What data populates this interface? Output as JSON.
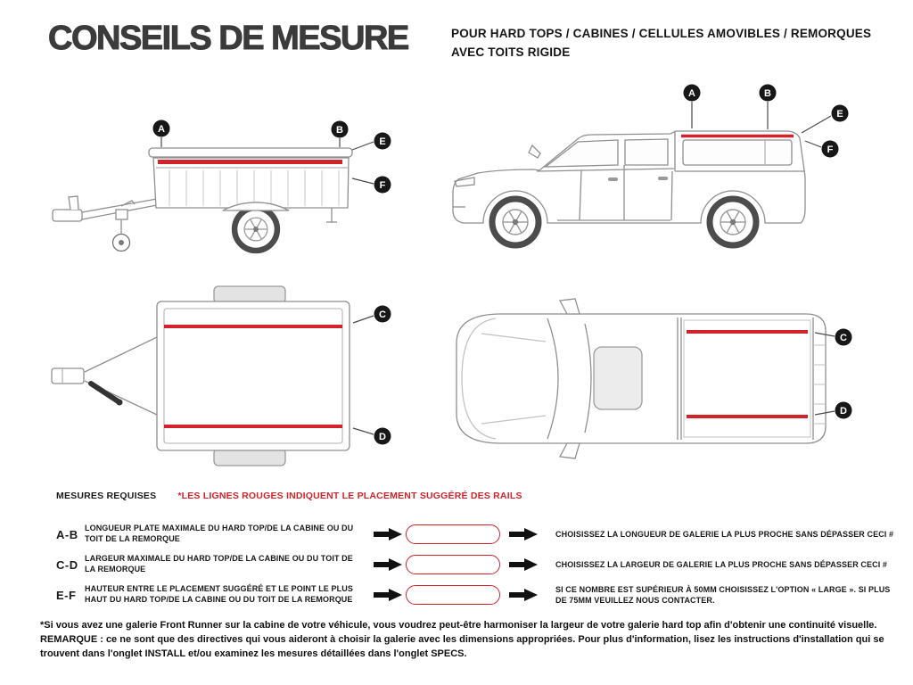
{
  "header": {
    "title": "CONSEILS DE MESURE",
    "subtitle_line1": "POUR HARD TOPS / CABINES / CELLULES AMOVIBLES / REMORQUES",
    "subtitle_line2": "AVEC TOITS RIGIDE"
  },
  "colors": {
    "accent_red": "#d2232a",
    "title_gray": "#3b3b3b",
    "drawing_gray": "#8f8f8f",
    "callout_black": "#171717"
  },
  "callouts": {
    "trailer_side": [
      "A",
      "B",
      "E",
      "F"
    ],
    "truck_side": [
      "A",
      "B",
      "E",
      "F"
    ],
    "trailer_top": [
      "C",
      "D"
    ],
    "truck_top": [
      "C",
      "D"
    ]
  },
  "measurements": {
    "section_title": "MESURES REQUISES",
    "red_note": "*LES LIGNES ROUGES INDIQUENT LE PLACEMENT SUGGÉRÉ DES RAILS",
    "rows": [
      {
        "code": "A-B",
        "description": "LONGUEUR PLATE MAXIMALE DU HARD TOP/DE LA CABINE OU DU TOIT DE LA REMORQUE",
        "result": "CHOISISSEZ LA LONGUEUR DE GALERIE LA PLUS PROCHE SANS DÉPASSER CECI #"
      },
      {
        "code": "C-D",
        "description": "LARGEUR MAXIMALE DU HARD TOP/DE LA CABINE OU DU TOIT DE LA REMORQUE",
        "result": "CHOISISSEZ LA LARGEUR DE GALERIE LA PLUS PROCHE SANS DÉPASSER CECI #"
      },
      {
        "code": "E-F",
        "description": "HAUTEUR ENTRE LE PLACEMENT SUGGÉRÉ ET LE POINT LE PLUS HAUT DU HARD TOP/DE LA CABINE OU DU TOIT DE LA REMORQUE",
        "result": "SI CE NOMBRE EST SUPÉRIEUR À 50MM CHOISISSEZ L'OPTION « LARGE ». SI PLUS DE 75MM VEUILLEZ NOUS CONTACTER."
      }
    ]
  },
  "footer": {
    "note": "*Si vous avez une galerie Front Runner sur la cabine de votre véhicule, vous voudrez peut-être harmoniser la largeur de votre galerie hard top afin d'obtenir une continuité visuelle. REMARQUE : ce ne sont que des directives qui vous aideront à choisir la galerie avec les dimensions appropriées. Pour plus d'information, lisez les instructions d'installation qui se trouvent dans l'onglet INSTALL et/ou examinez les mesures détaillées dans l'onglet SPECS."
  }
}
